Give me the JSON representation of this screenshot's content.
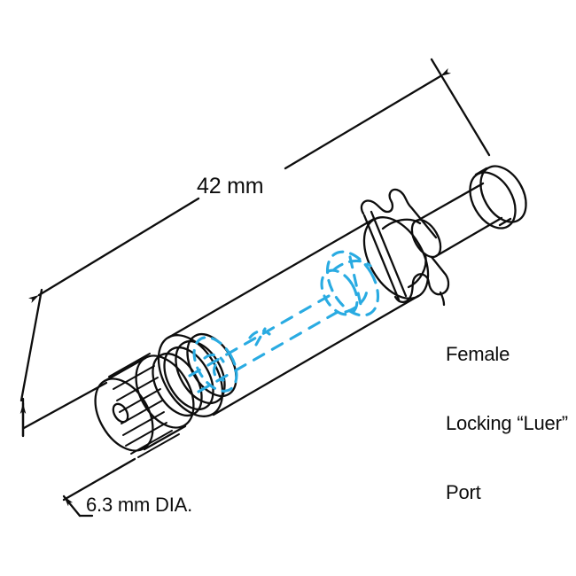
{
  "drawing": {
    "title": "Syringe technical illustration",
    "subject": "syringe",
    "background_color": "#ffffff",
    "line_color": "#0d0d0d",
    "hidden_line_color": "#29abe2",
    "dimensions": {
      "length": {
        "label": "42 mm",
        "icon": "dimension-line-icon"
      },
      "diameter": {
        "label": "6.3 mm DIA.",
        "icon": "leader-line-icon"
      }
    },
    "callouts": {
      "luer_port": {
        "line1": "Female",
        "line2": "Locking “Luer”",
        "line3": "Port"
      }
    },
    "parts": [
      {
        "name": "plunger-knob",
        "description": "knurled thumb knob with center hole"
      },
      {
        "name": "plunger-collar",
        "description": "stepped collar rings"
      },
      {
        "name": "barrel",
        "description": "transparent cylindrical barrel"
      },
      {
        "name": "plunger-rod-hidden",
        "description": "hidden plunger rod shown dashed"
      },
      {
        "name": "plunger-tip-hidden",
        "description": "hidden plunger seal tip shown dashed"
      },
      {
        "name": "finger-flange",
        "description": "wavy finger flange"
      },
      {
        "name": "luer-lock-collar",
        "description": "female locking luer port collar"
      }
    ]
  }
}
